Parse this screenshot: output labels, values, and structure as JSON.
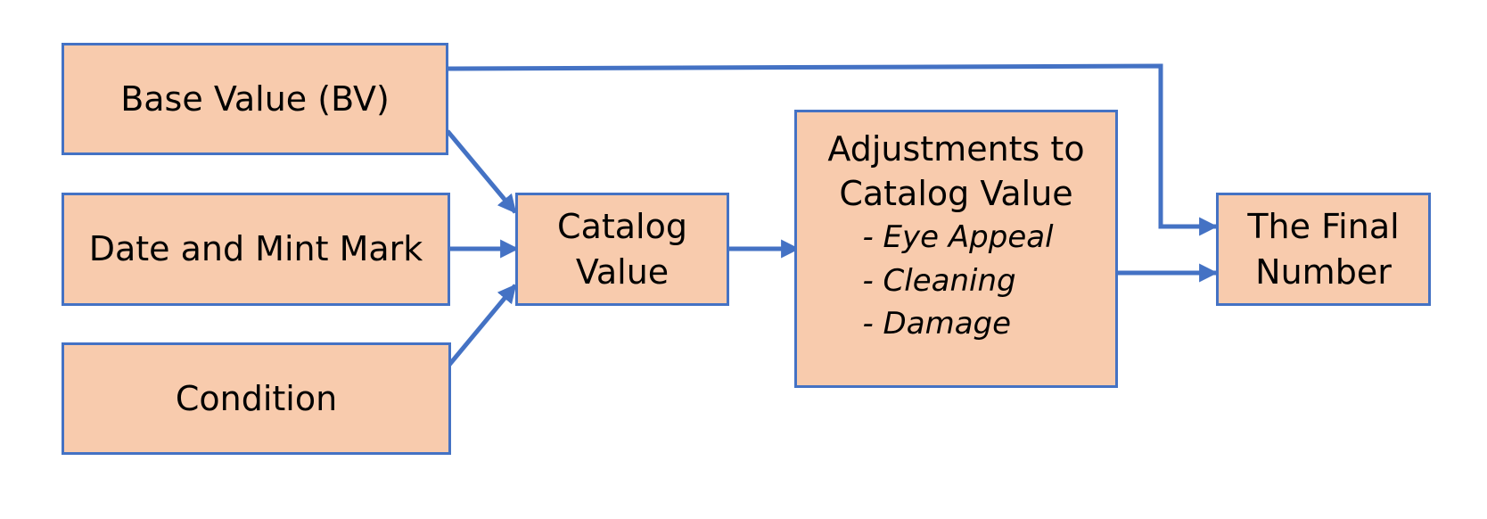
{
  "colors": {
    "node_fill": "#f8cbad",
    "node_border": "#4472c4",
    "connector": "#4472c4",
    "text": "#000000",
    "background": "#ffffff"
  },
  "nodes": {
    "base_value": {
      "label": "Base Value (BV)"
    },
    "date_mint": {
      "label": "Date and Mint Mark"
    },
    "condition": {
      "label": "Condition"
    },
    "catalog_value": {
      "line1": "Catalog",
      "line2": "Value"
    },
    "adjustments": {
      "line1": "Adjustments to",
      "line2": "Catalog Value",
      "items": [
        "- Eye Appeal",
        "- Cleaning",
        "- Damage"
      ]
    },
    "final": {
      "line1": "The Final",
      "line2": "Number"
    }
  },
  "connectors": [
    {
      "from": "base_value",
      "to": "catalog_value"
    },
    {
      "from": "date_mint",
      "to": "catalog_value"
    },
    {
      "from": "condition",
      "to": "catalog_value"
    },
    {
      "from": "catalog_value",
      "to": "adjustments"
    },
    {
      "from": "base_value",
      "to": "final"
    },
    {
      "from": "adjustments",
      "to": "final"
    }
  ]
}
